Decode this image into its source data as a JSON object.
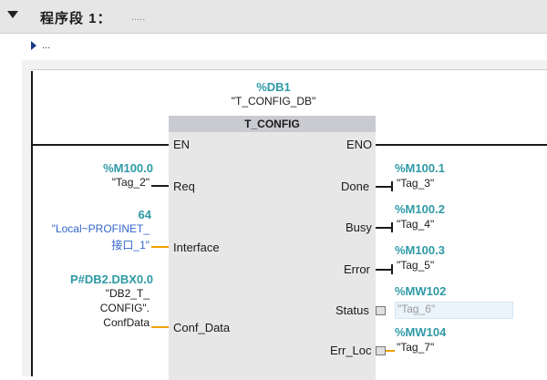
{
  "network": {
    "title": "程序段 1：",
    "comment": ".....",
    "sub_comment": "..."
  },
  "instance": {
    "address": "%DB1",
    "name": "\"T_CONFIG_DB\""
  },
  "block": {
    "title": "T_CONFIG",
    "inputs": {
      "en": "EN",
      "req": "Req",
      "interface": "Interface",
      "conf_data": "Conf_Data"
    },
    "outputs": {
      "eno": "ENO",
      "done": "Done",
      "busy": "Busy",
      "error": "Error",
      "status": "Status",
      "err_loc": "Err_Loc"
    }
  },
  "operands_in": {
    "req": {
      "address": "%M100.0",
      "name": "\"Tag_2\""
    },
    "interface": {
      "value": "64",
      "line1": "\"Local~PROFINET_",
      "line2": "接口_1\""
    },
    "conf_data": {
      "address": "P#DB2.DBX0.0",
      "line1": "\"DB2_T_",
      "line2": "CONFIG\".",
      "line3": "ConfData"
    }
  },
  "operands_out": {
    "done": {
      "address": "%M100.1",
      "name": "\"Tag_3\""
    },
    "busy": {
      "address": "%M100.2",
      "name": "\"Tag_4\""
    },
    "error": {
      "address": "%M100.3",
      "name": "\"Tag_5\""
    },
    "status": {
      "address": "%MW102",
      "name": "\"Tag_6\""
    },
    "err_loc": {
      "address": "%MW104",
      "name": "\"Tag_7\""
    }
  },
  "colors": {
    "address": "#2e9aa6",
    "wire_orange": "#f0a000",
    "link_blue": "#3366cc",
    "block_fill": "#e7e7e7"
  }
}
